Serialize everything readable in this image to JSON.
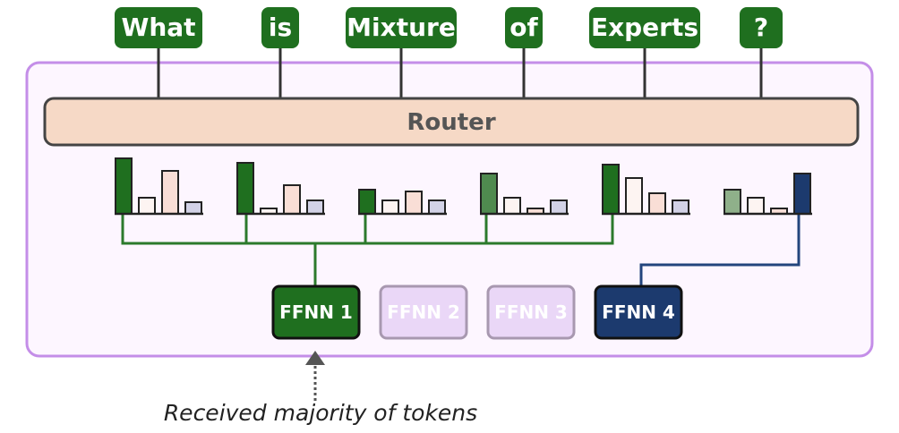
{
  "tokens": [
    "What",
    "is",
    "Mixture",
    "of",
    "Experts",
    "?"
  ],
  "router": {
    "label": "Router"
  },
  "experts": [
    {
      "label": "FFNN 1",
      "state": "selected",
      "fill": "#1f6f1f",
      "text_color": "#ffffff",
      "border": "#111111"
    },
    {
      "label": "FFNN 2",
      "state": "inactive",
      "fill": "#ead7f7",
      "text_color": "#ffffff",
      "border": "#a898b0"
    },
    {
      "label": "FFNN 3",
      "state": "inactive",
      "fill": "#ead7f7",
      "text_color": "#ffffff",
      "border": "#a898b0"
    },
    {
      "label": "FFNN 4",
      "state": "selected",
      "fill": "#1c3a6e",
      "text_color": "#ffffff",
      "border": "#111111"
    }
  ],
  "router_outputs": [
    {
      "probabilities": [
        0.62,
        0.18,
        0.48,
        0.13
      ],
      "routed_to": 0
    },
    {
      "probabilities": [
        0.57,
        0.06,
        0.32,
        0.15
      ],
      "routed_to": 0
    },
    {
      "probabilities": [
        0.27,
        0.15,
        0.25,
        0.15
      ],
      "routed_to": 0
    },
    {
      "probabilities": [
        0.45,
        0.18,
        0.06,
        0.15
      ],
      "routed_to": 0
    },
    {
      "probabilities": [
        0.55,
        0.4,
        0.23,
        0.15
      ],
      "routed_to": 0
    },
    {
      "probabilities": [
        0.27,
        0.18,
        0.06,
        0.45
      ],
      "routed_to": 3
    }
  ],
  "caption": "Received majority of tokens",
  "colors": {
    "token_fill": "#1f6f1f",
    "router_fill": "#f6d9c6",
    "panel_border": "#c48ee8",
    "panel_fill": "#fdf6ff",
    "expert1_line": "#2c7a2c",
    "expert4_line": "#23457d",
    "bar_colors": [
      "#1f6f1f",
      "#fdf4f2",
      "#f9ded6",
      "#d2d2e6"
    ],
    "bar_colors_faded_expert1": "#8fb08a"
  }
}
